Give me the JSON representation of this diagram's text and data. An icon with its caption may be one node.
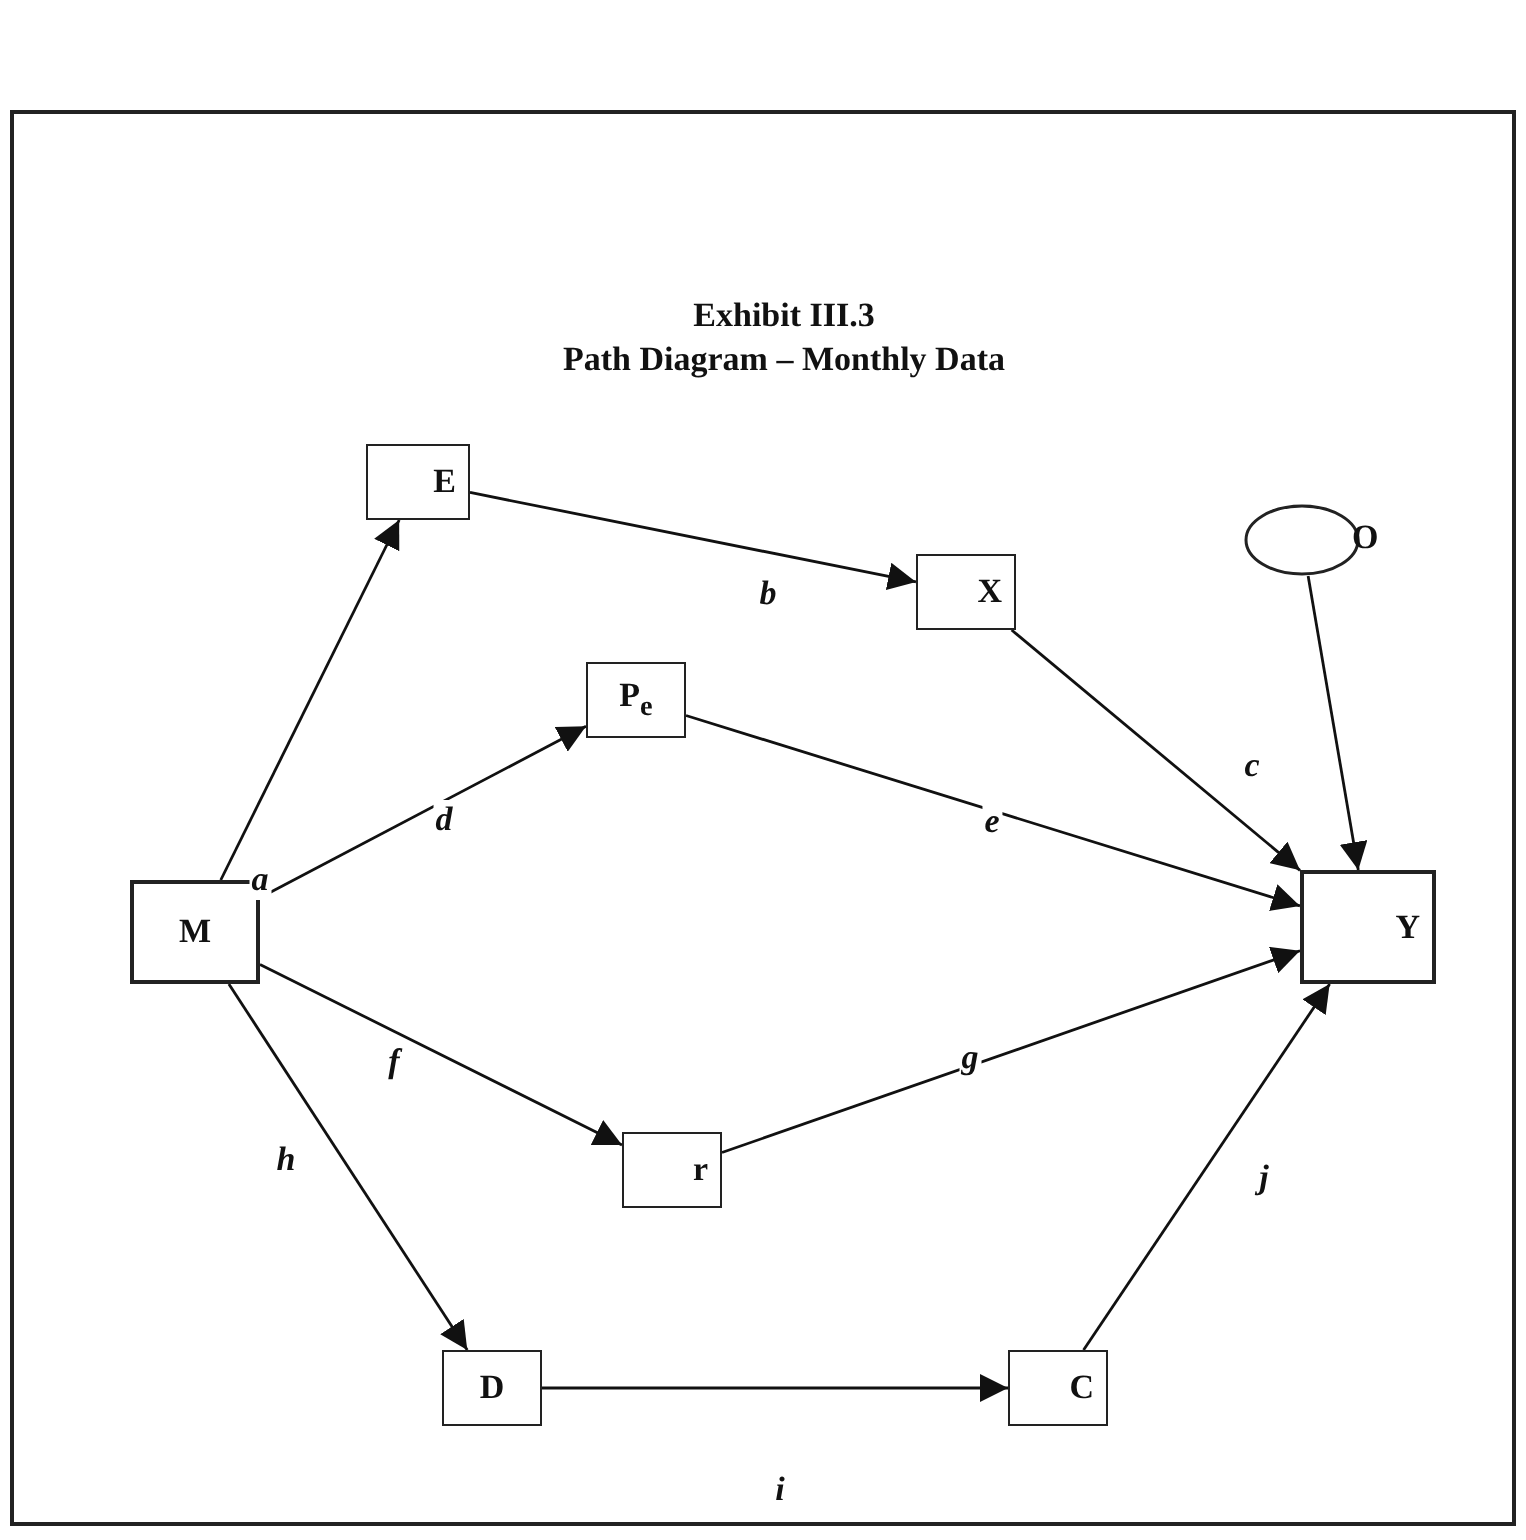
{
  "diagram": {
    "title": "Exhibit III.3",
    "labels": [
      "Path Diagram – Monthly Data"
    ],
    "nodes": [
      {
        "text": [
          "M"
        ]
      },
      {
        "text": [
          "E"
        ]
      },
      {
        "text": [
          "X"
        ]
      },
      {
        "text": [
          "P$_{e}$"
        ]
      },
      {
        "text": [
          "r"
        ]
      },
      {
        "text": [
          "D"
        ]
      },
      {
        "text": [
          "C"
        ]
      },
      {
        "text": [
          "Y"
        ]
      },
      {
        "text": [
          "O"
        ]
      }
    ],
    "edges": [
      {
        "from": 0,
        "to": 1,
        "arrow": "to",
        "label": "a"
      },
      {
        "from": 1,
        "to": 2,
        "arrow": "to",
        "label": "b"
      },
      {
        "from": 2,
        "to": 7,
        "arrow": "to",
        "label": "c"
      },
      {
        "from": 0,
        "to": 3,
        "arrow": "to",
        "label": "d"
      },
      {
        "from": 3,
        "to": 7,
        "arrow": "to",
        "label": "e"
      },
      {
        "from": 0,
        "to": 4,
        "arrow": "to",
        "label": "f"
      },
      {
        "from": 4,
        "to": 7,
        "arrow": "to",
        "label": "g"
      },
      {
        "from": 0,
        "to": 5,
        "arrow": "to",
        "label": "h"
      },
      {
        "from": 5,
        "to": 6,
        "arrow": "to",
        "label": "i"
      },
      {
        "from": 6,
        "to": 7,
        "arrow": "to",
        "label": "j"
      },
      {
        "from": 8,
        "to": 7,
        "arrow": "to"
      }
    ]
  }
}
